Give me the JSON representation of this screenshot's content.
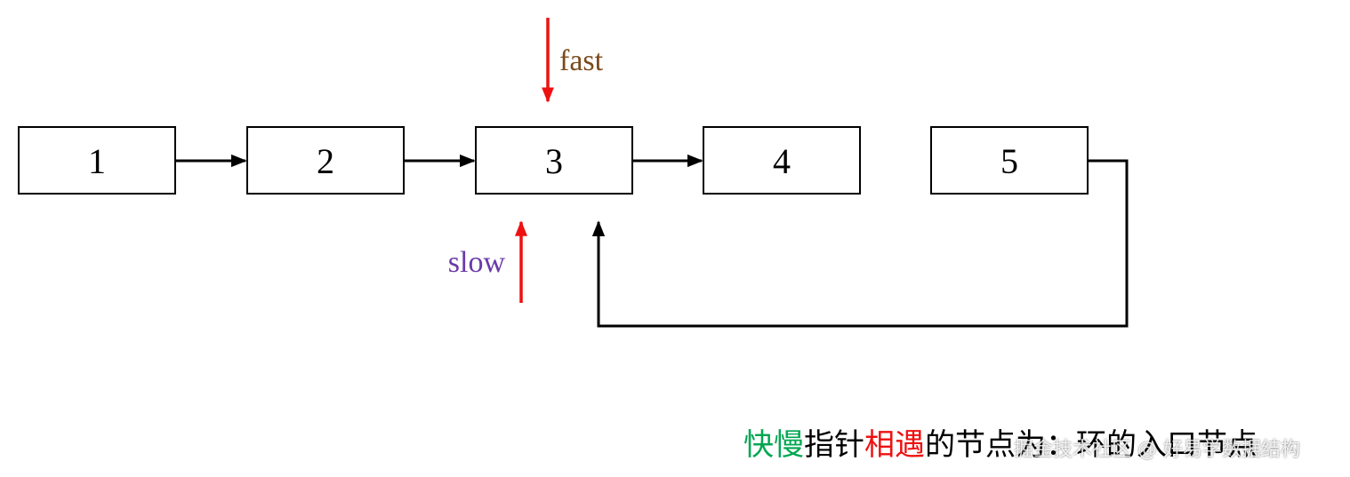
{
  "nodes": [
    "1",
    "2",
    "3",
    "4",
    "5"
  ],
  "pointers": {
    "fast": {
      "label": "fast",
      "color": "#7a4a1a",
      "arrow_color": "#ee1111"
    },
    "slow": {
      "label": "slow",
      "color": "#6a3aa8",
      "arrow_color": "#ee1111"
    }
  },
  "caption": {
    "parts": [
      {
        "text": "快慢",
        "color": "#00a651"
      },
      {
        "text": "指针",
        "color": "#000000"
      },
      {
        "text": "相遇",
        "color": "#ee1111"
      },
      {
        "text": "的节点为：环的入口节点",
        "color": "#000000"
      }
    ]
  },
  "watermark": "掘金技术社区 @ 好易学数据结构"
}
